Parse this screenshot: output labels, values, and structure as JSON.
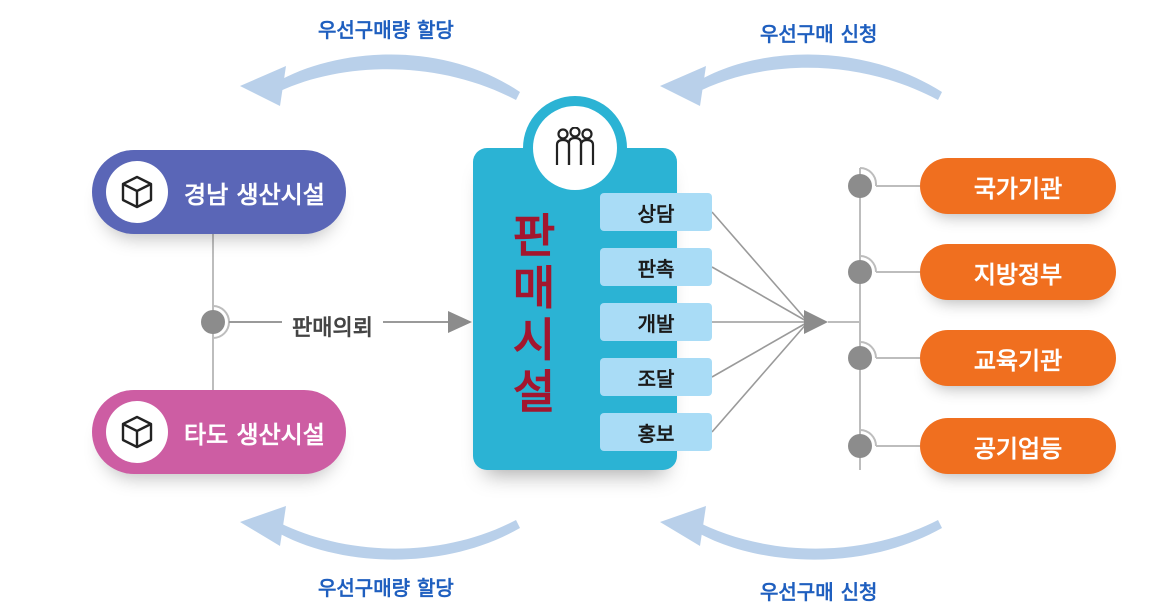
{
  "flows": {
    "allocation_top": "우선구매량 할당",
    "request_top": "우선구매 신청",
    "allocation_bottom": "우선구매량 할당",
    "request_bottom": "우선구매 신청"
  },
  "producers": [
    {
      "label": "경남 생산시설",
      "color": "#5a66b7",
      "icon": "cube-icon"
    },
    {
      "label": "타도 생산시설",
      "color": "#cd5da3",
      "icon": "cube-icon"
    }
  ],
  "request_label": "판매의뢰",
  "hub": {
    "title": "판매시설",
    "title_chars": [
      "판",
      "매",
      "시",
      "설"
    ],
    "icon": "people-icon",
    "color": "#2bb3d4",
    "tasks": [
      "상담",
      "판촉",
      "개발",
      "조달",
      "홍보"
    ]
  },
  "agencies": [
    {
      "label": "국가기관"
    },
    {
      "label": "지방정부"
    },
    {
      "label": "교육기관"
    },
    {
      "label": "공기업등"
    }
  ],
  "colors": {
    "flow_text": "#1f5fbf",
    "arrow": "#b9d0ea",
    "agency": "#f06f1f",
    "hub_title": "#a3162e"
  }
}
